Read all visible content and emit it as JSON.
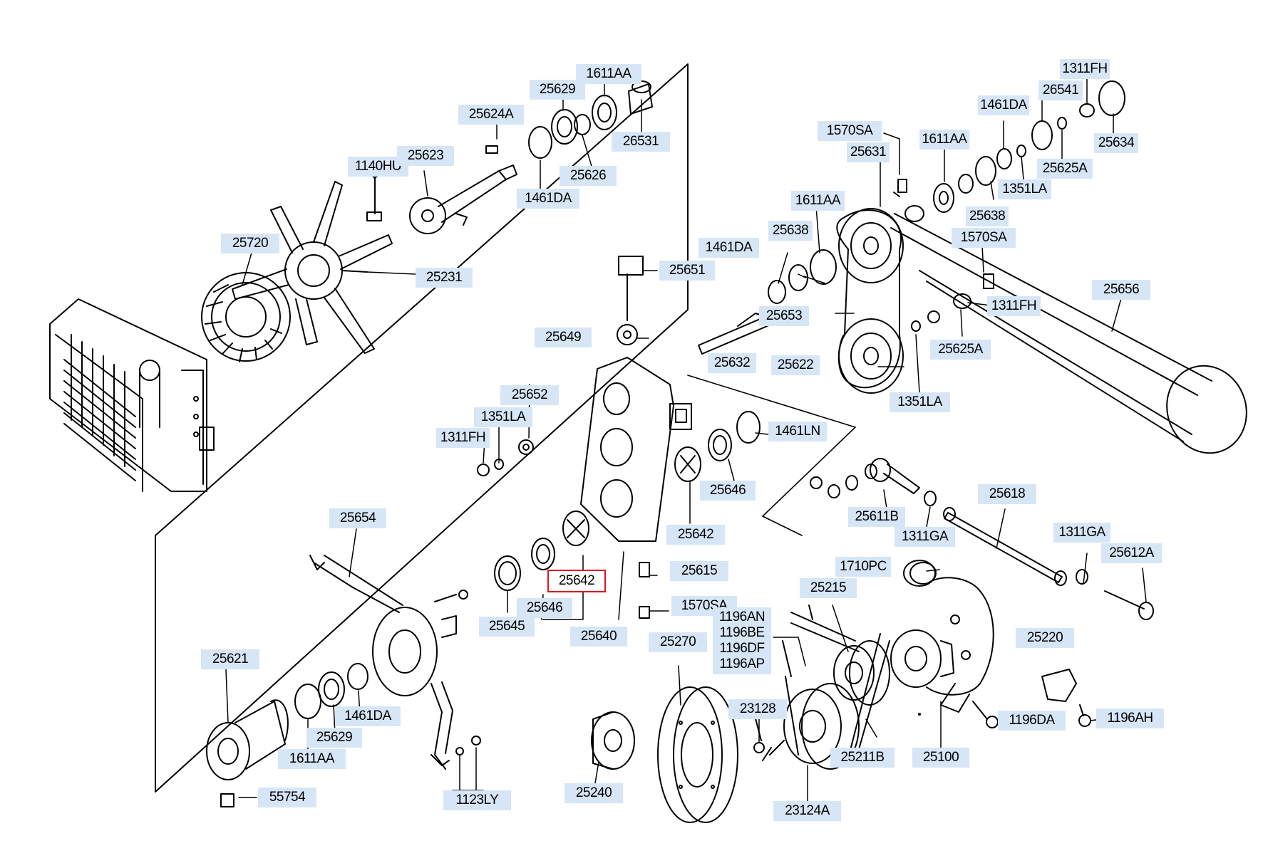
{
  "diagram": {
    "parts": {
      "p25631": "25631",
      "p25622": "25622",
      "p25632": "25632",
      "p25653": "25653",
      "p25638a": "25638",
      "p25638b": "25638",
      "p1611AA_a": "1611AA",
      "p1611AA_b": "1611AA",
      "p1611AA_c": "1611AA",
      "p1611AA_d": "1611AA",
      "p1461DA_a": "1461DA",
      "p1461DA_b": "1461DA",
      "p1461DA_c": "1461DA",
      "p1461DA_d": "1461DA",
      "p1570SA_a": "1570SA",
      "p1570SA_b": "1570SA",
      "p1570SA_c": "1570SA",
      "p1311FH_a": "1311FH",
      "p1311FH_b": "1311FH",
      "p1311FH_c": "1311FH",
      "p1351LA_a": "1351LA",
      "p1351LA_b": "1351LA",
      "p1351LA_c": "1351LA",
      "p25625A_a": "25625A",
      "p25625A_b": "25625A",
      "p26541": "26541",
      "p25634": "25634",
      "p25656": "25656",
      "p25651": "25651",
      "p25649": "25649",
      "p25652": "25652",
      "p1461LN": "1461LN",
      "p25646a": "25646",
      "p25646b": "25646",
      "p25642a": "25642",
      "p25642b": "25642",
      "p25611B": "25611B",
      "p1311GA_a": "1311GA",
      "p1311GA_b": "1311GA",
      "p25618": "25618",
      "p25612A": "25612A",
      "p1710PC": "1710PC",
      "p25615": "25615",
      "p25645": "25645",
      "p25640": "25640",
      "p25654": "25654",
      "p25621": "25621",
      "p25629a": "25629",
      "p25629b": "25629",
      "p55754": "55754",
      "p1123LY": "1123LY",
      "p25240": "25240",
      "p25270": "25270",
      "p25215": "25215",
      "p1196AN": "1196AN",
      "p1196BE": "1196BE",
      "p1196DF": "1196DF",
      "p1196AP": "1196AP",
      "p23128": "23128",
      "p23124A": "23124A",
      "p25211B": "25211B",
      "p25100": "25100",
      "p1196DA": "1196DA",
      "p1196AH": "1196AH",
      "p25220": "25220",
      "p25720": "25720",
      "p25231": "25231",
      "p25623": "25623",
      "p1140HU": "1140HU",
      "p25624A": "25624A",
      "p25626": "25626",
      "p26531": "26531"
    },
    "highlighted_part": "25642"
  }
}
